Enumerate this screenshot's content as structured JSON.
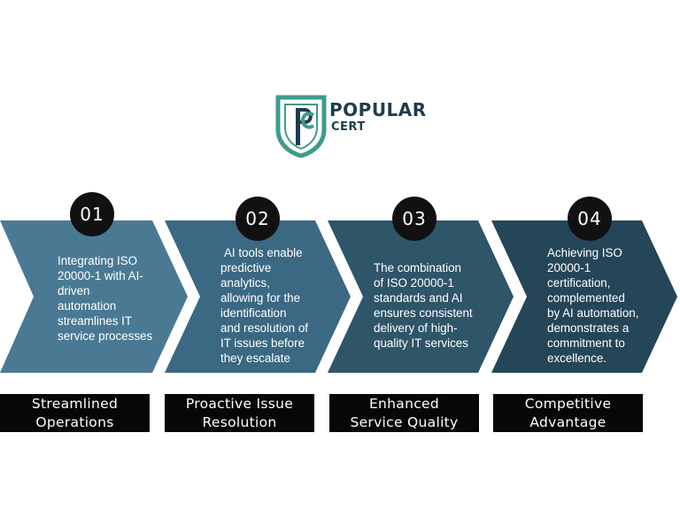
{
  "logo": {
    "word1": "POPULAR",
    "word2": "CERT",
    "mark_letters": "PC",
    "colors": {
      "shield": "#3f9a8c",
      "text": "#1f3b4d"
    }
  },
  "colors": {
    "step1": "#4a7a93",
    "step2": "#3b6882",
    "step3": "#2f5569",
    "step4": "#254658",
    "circle": "#111111",
    "label_bg": "#070707"
  },
  "steps": [
    {
      "number": "01",
      "lines": [
        "Integrating ISO",
        "20000-1 with AI-",
        "driven",
        "automation",
        "streamlines IT",
        "service processes"
      ],
      "label": [
        "Streamlined",
        "Operations"
      ]
    },
    {
      "number": "02",
      "lines": [
        "AI tools enable",
        "predictive",
        "analytics,",
        "allowing for the",
        "identification",
        "and resolution of",
        "IT issues before",
        "they escalate"
      ],
      "label": [
        "Proactive Issue",
        "Resolution"
      ]
    },
    {
      "number": "03",
      "lines": [
        "The combination",
        "of ISO 20000-1",
        "standards and AI",
        "ensures consistent",
        "delivery of high-",
        "quality IT services"
      ],
      "label": [
        "Enhanced",
        "Service Quality"
      ]
    },
    {
      "number": "04",
      "lines": [
        "Achieving ISO",
        "20000-1",
        "certification,",
        "complemented",
        "by AI automation,",
        "demonstrates a",
        "commitment to",
        "excellence."
      ],
      "label": [
        "Competitive",
        "Advantage"
      ]
    }
  ]
}
